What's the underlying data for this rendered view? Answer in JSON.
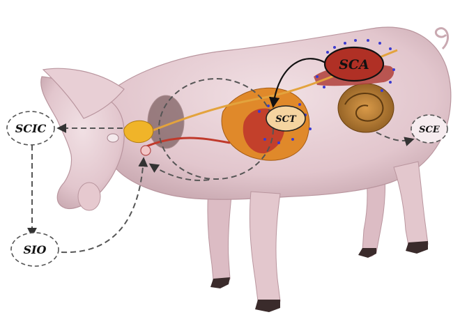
{
  "diagram": {
    "nodes": {
      "scic": "SCIC",
      "sio": "SIO",
      "sct": "SCT",
      "sca": "SCA",
      "sce": "SCE"
    },
    "colors": {
      "skin": "#ead3d8",
      "skin_shadow": "#c9a9b1",
      "hoof": "#3a2b2b",
      "organ_red": "#c0392b",
      "organ_orange": "#e0892a",
      "organ_yellow": "#f0b429",
      "intestine_brown": "#9a6a2a",
      "nerve_blue": "#3b3bd0",
      "dashed": "#555555",
      "solid_arrow": "#111111"
    },
    "icons": [
      "pig-illustration",
      "dashed-arrow",
      "solid-arrow"
    ]
  }
}
